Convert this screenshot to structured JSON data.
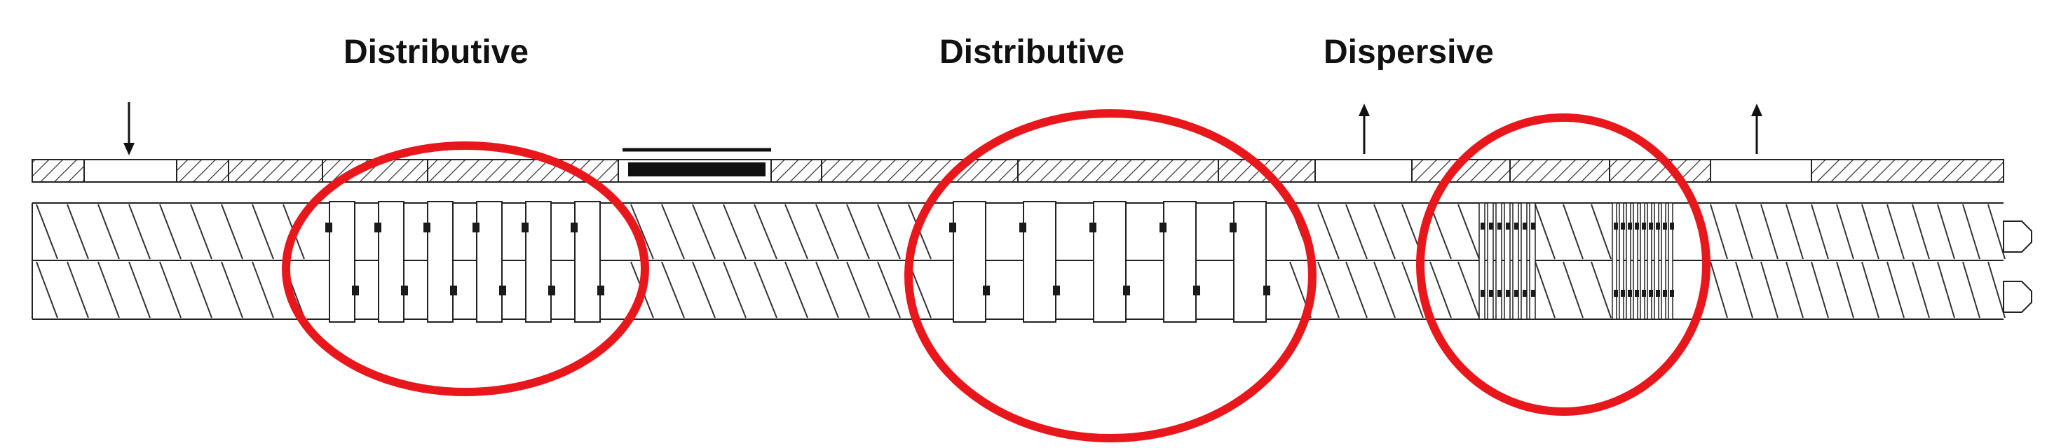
{
  "labels": {
    "zone1": "Distributive",
    "zone2": "Distributive",
    "zone3": "Dispersive"
  },
  "colors": {
    "highlight": "#e8171c",
    "line": "#222222",
    "element_fill": "#1a1a1a"
  }
}
